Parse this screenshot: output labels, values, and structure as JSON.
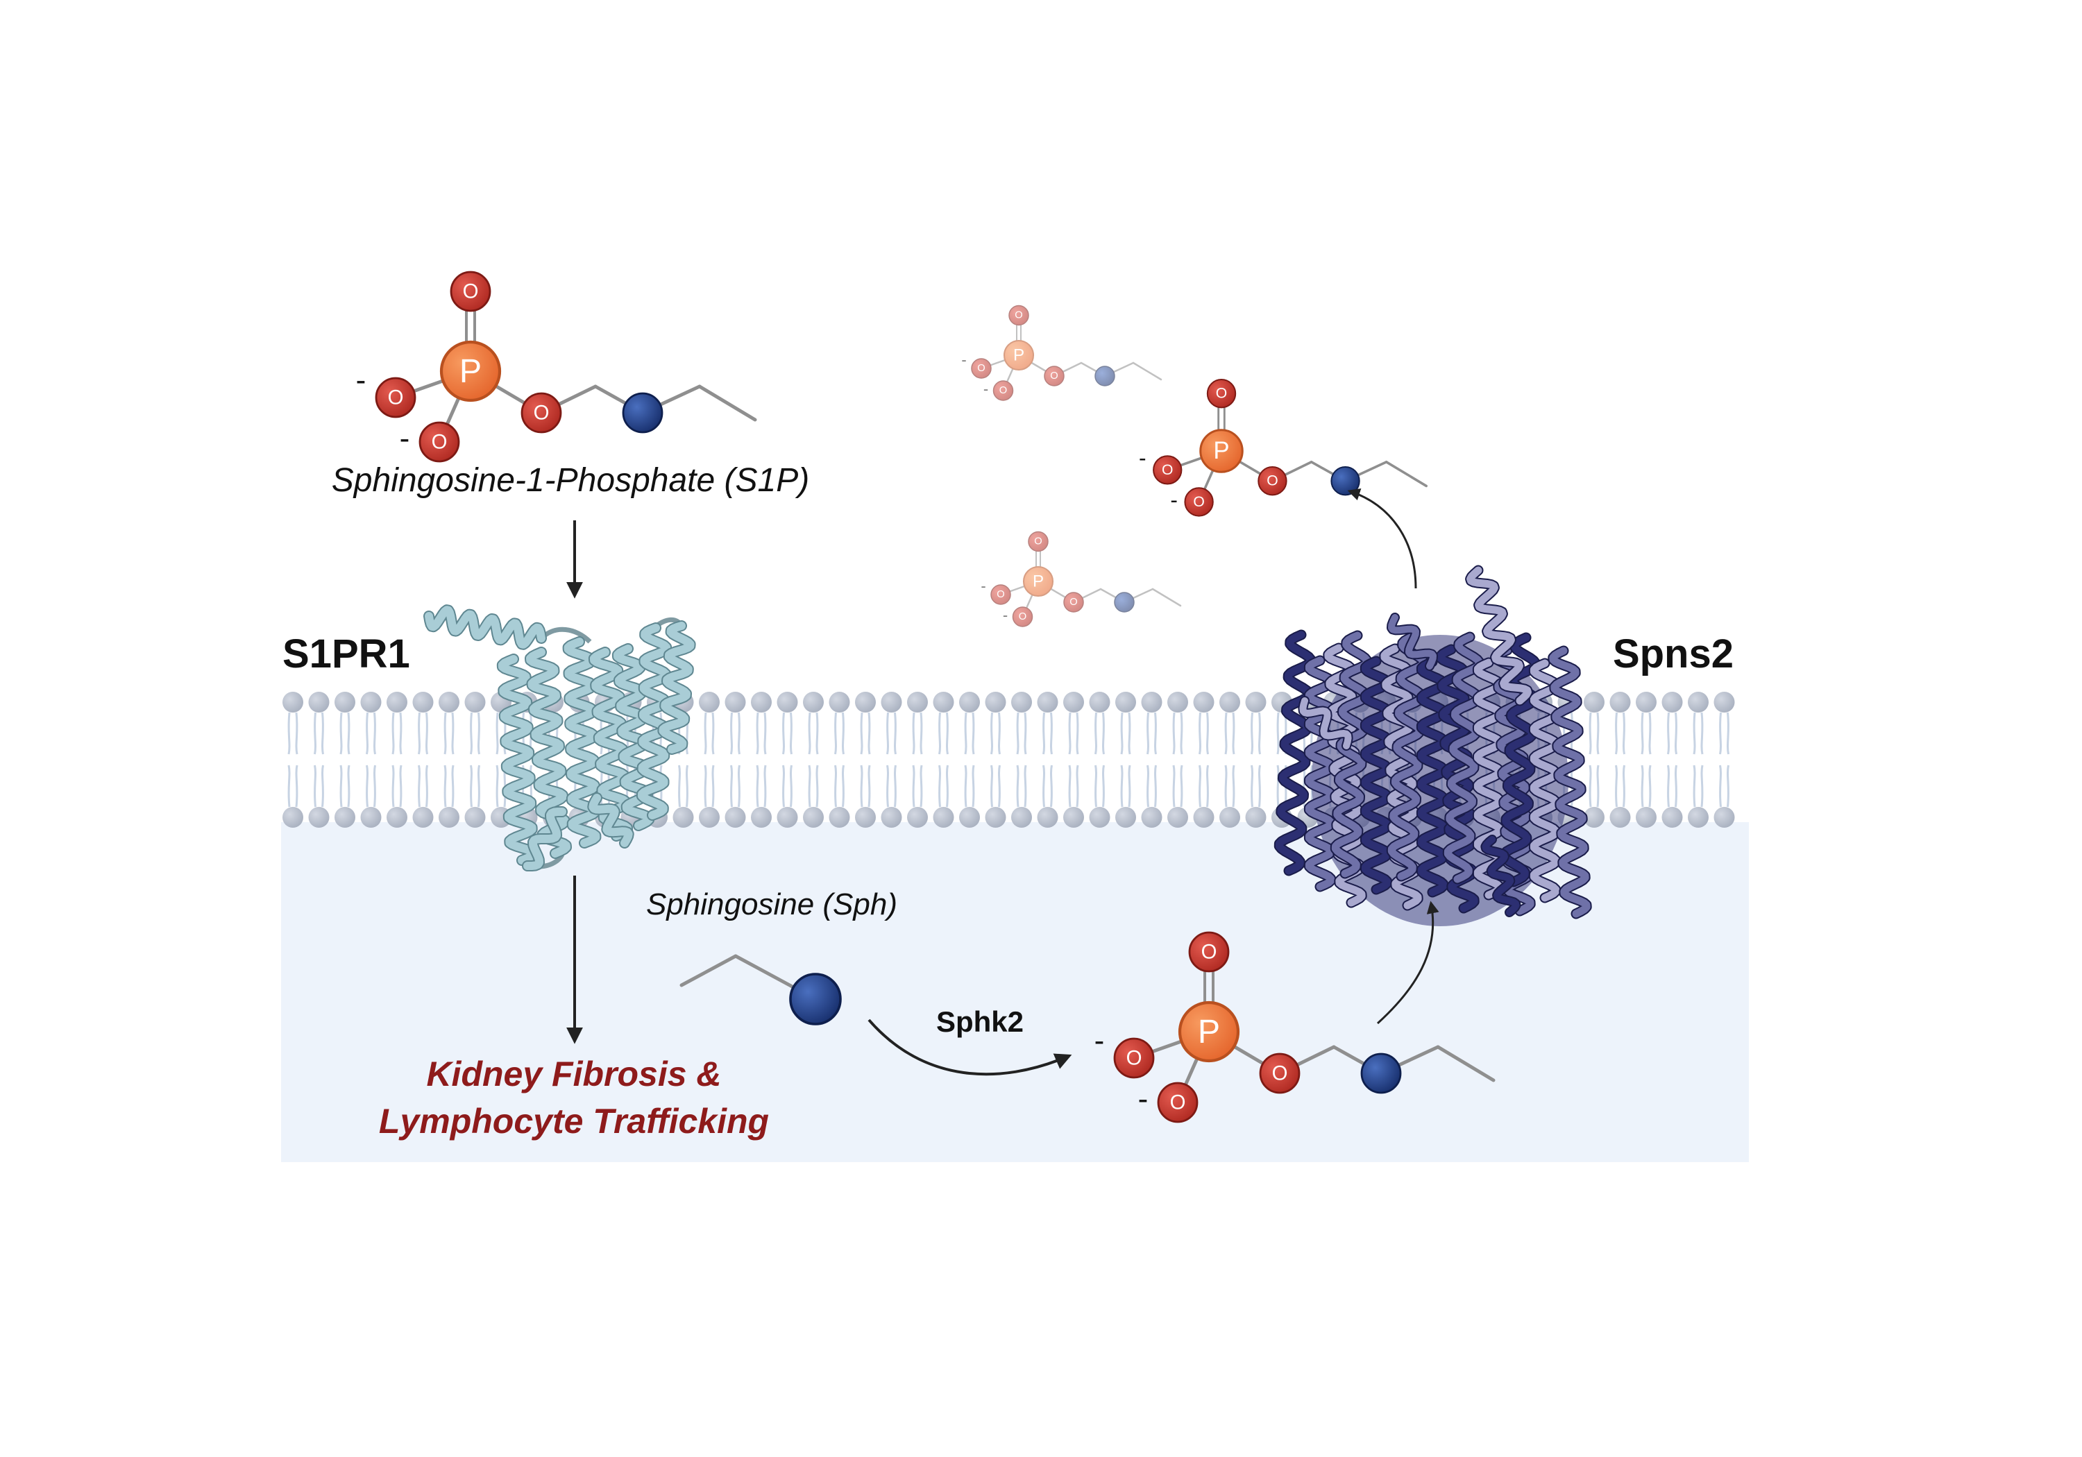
{
  "labels": {
    "receptor": "S1PR1",
    "transporter": "Spns2",
    "s1p": "Sphingosine-1-Phosphate (S1P)",
    "sph": "Sphingosine (Sph)",
    "enzyme": "Sphk2",
    "outcome_line1": "Kidney Fibrosis &",
    "outcome_line2": "Lymphocyte Trafficking"
  },
  "atoms": {
    "phosphorus": "P",
    "oxygen": "O",
    "charge": "-"
  },
  "colors": {
    "oxygen": "#c1342b",
    "phosphorus": "#e8713a",
    "nitrogen_bead": "#1f3f86",
    "bond": "#8f8f8f",
    "lipid_head": "#b8bfcc",
    "lipid_tail": "#c7d3e3",
    "cytoplasm": "#edf3fb",
    "receptor_helix": "#a9cdd6",
    "transporter_helix": "#2c2f72",
    "outcome_text": "#8e1b1b"
  }
}
